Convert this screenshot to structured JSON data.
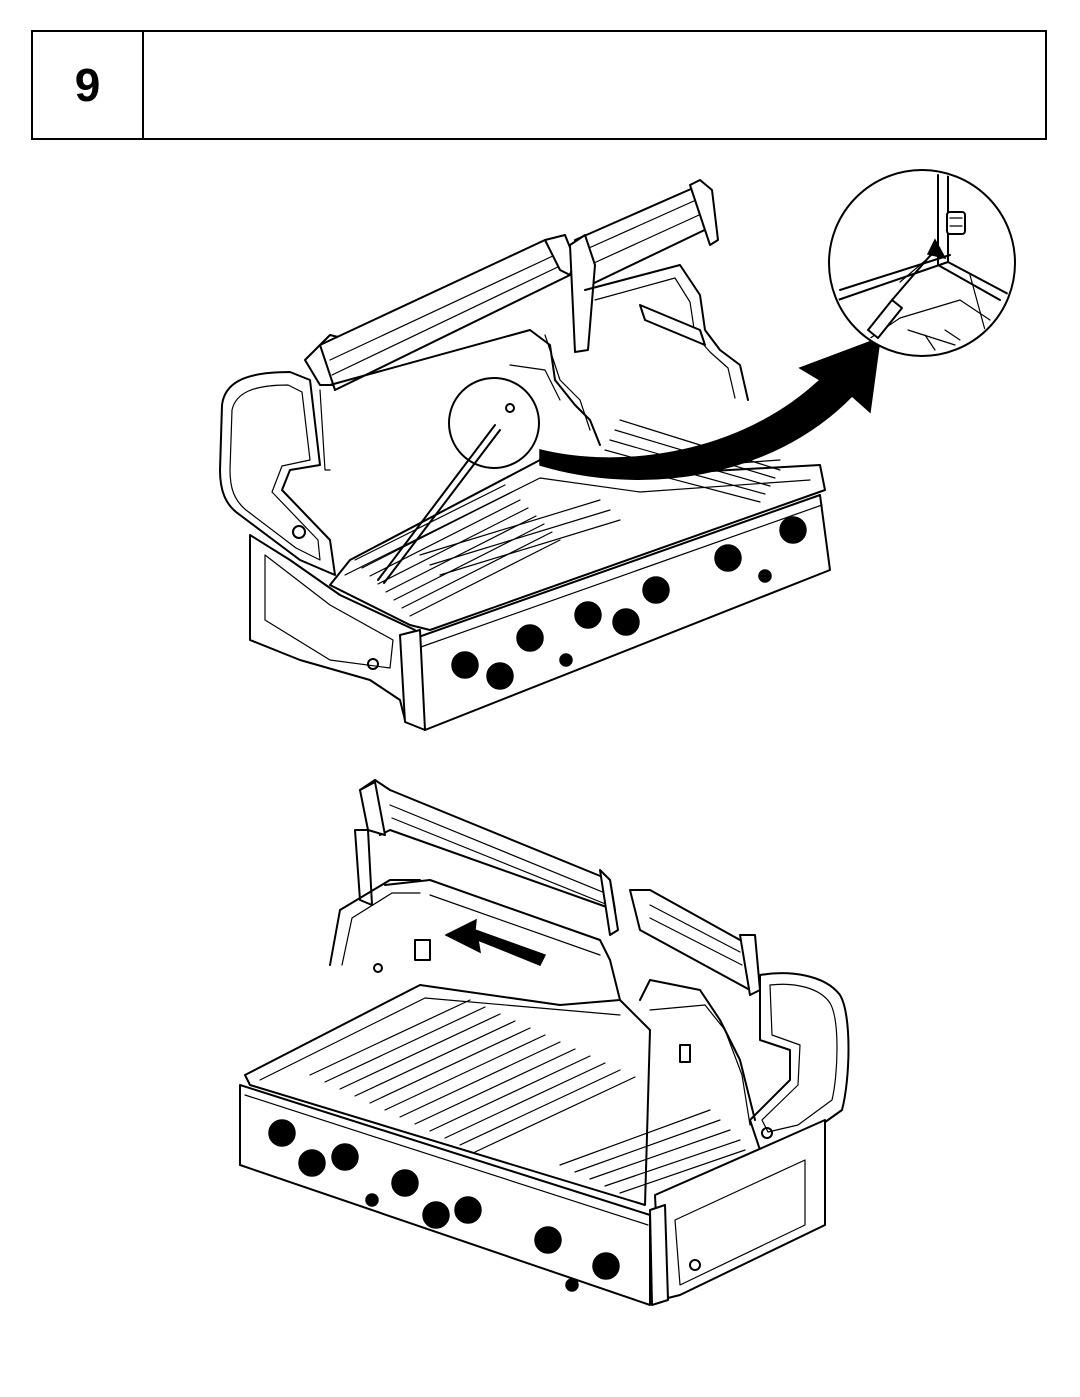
{
  "step": {
    "number": "9",
    "instruction": ""
  },
  "illustrations": [
    {
      "name": "grill-remove-rod",
      "arrow": "curved-arrow-to-detail"
    },
    {
      "name": "grill-insert-rod",
      "arrow": "straight-arrow-left"
    }
  ],
  "colors": {
    "line": "#000000",
    "background": "#ffffff"
  }
}
